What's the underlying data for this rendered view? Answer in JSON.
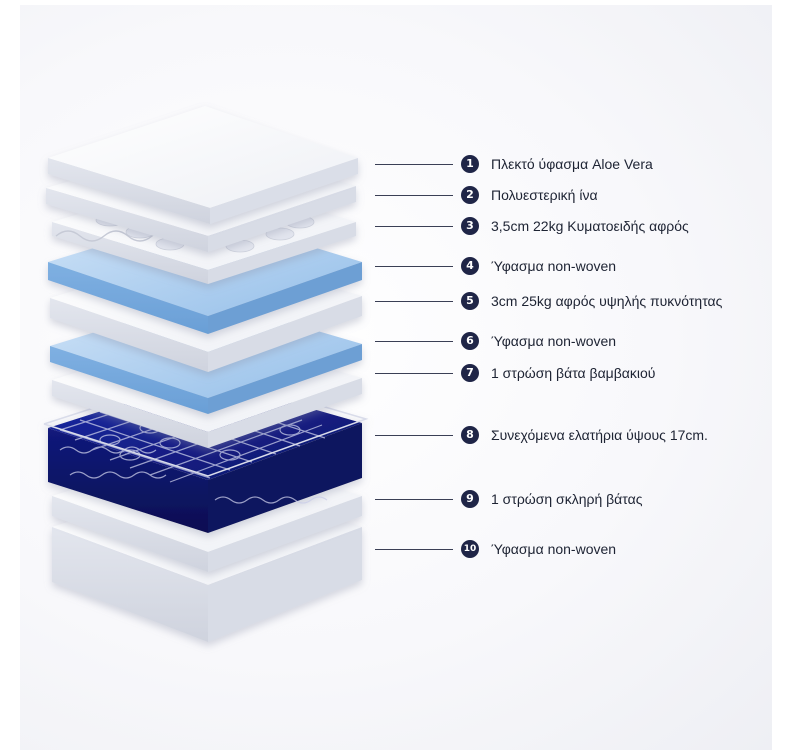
{
  "layers": [
    {
      "number": "1",
      "label": "Πλεκτό ύφασμα Aloe Vera"
    },
    {
      "number": "2",
      "label": "Πολυεστερική ίνα"
    },
    {
      "number": "3",
      "label": "3,5cm 22kg Κυματοειδής αφρός"
    },
    {
      "number": "4",
      "label": "Ύφασμα non-woven"
    },
    {
      "number": "5",
      "label": "3cm 25kg αφρός υψηλής πυκνότητας"
    },
    {
      "number": "6",
      "label": "Ύφασμα non-woven"
    },
    {
      "number": "7",
      "label": "1 στρώση βάτα βαμβακιού"
    },
    {
      "number": "8",
      "label": "Συνεχόμενα ελατήρια ύψους 17cm."
    },
    {
      "number": "9",
      "label": "1 στρώση σκληρή βάτας"
    },
    {
      "number": "10",
      "label": "Ύφασμα non-woven"
    }
  ],
  "colors": {
    "badge": "#1f2547",
    "foam_blue": "#a9cdf0",
    "spring_navy": "#17218a",
    "text": "#1d2333"
  }
}
